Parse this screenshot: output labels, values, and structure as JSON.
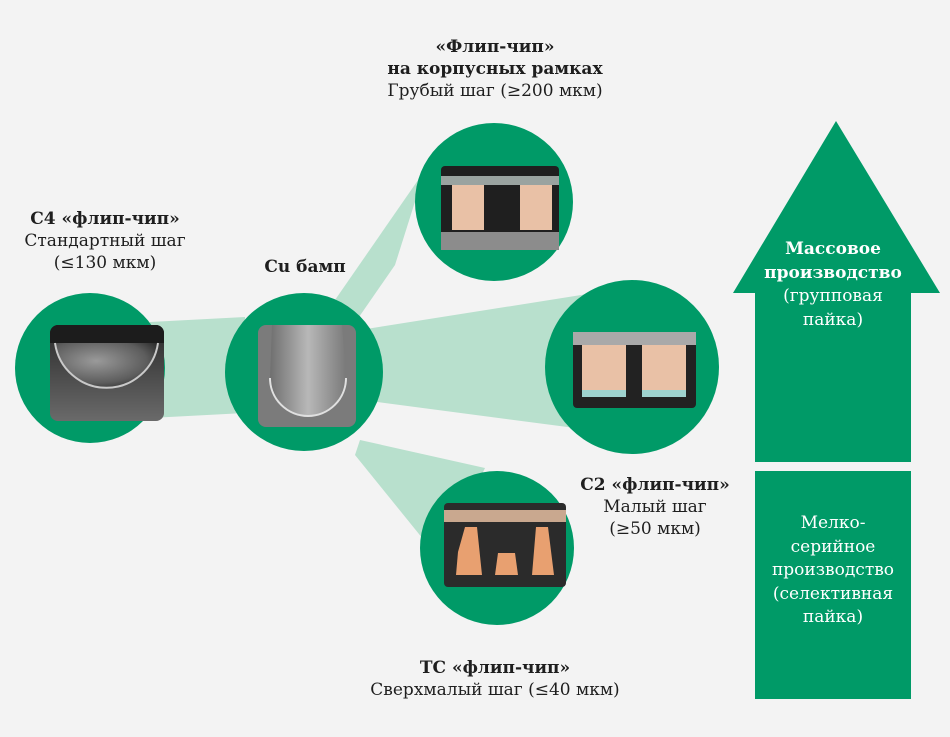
{
  "colors": {
    "green": "#009a67",
    "green_cone": "#b8e0cd",
    "background": "#f3f3f3",
    "bump_copper": "#e9c1a6"
  },
  "nodes": {
    "c4": {
      "title": "C4 «флип-чип»",
      "line1": "Стандартный шаг",
      "line2": "(≤130 мкм)"
    },
    "cu": {
      "title": "Cu бамп"
    },
    "leadframe": {
      "title1": "«Флип-чип»",
      "title2": "на корпусных рамках",
      "line1": "Грубый шаг (≥200 мкм)"
    },
    "c2": {
      "title": "C2 «флип-чип»",
      "line1": "Малый шаг",
      "line2": "(≥50 мкм)"
    },
    "tc": {
      "title": "TC «флип-чип»",
      "line1": "Сверхмалый шаг (≤40 мкм)"
    }
  },
  "arrow": {
    "mass": {
      "title1": "Массовое",
      "title2": "производство",
      "line1": "(групповая",
      "line2": "пайка)"
    },
    "small": {
      "line1": "Мелко-",
      "line2": "серийное",
      "line3": "производство",
      "line4": "(селективная",
      "line5": "пайка)"
    }
  }
}
